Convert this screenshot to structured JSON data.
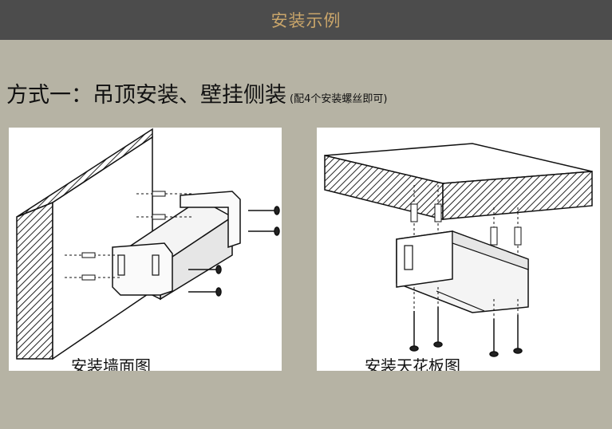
{
  "header": {
    "title": "安装示例"
  },
  "section": {
    "title": "方式一：吊顶安装、壁挂侧装",
    "note": "(配4个安装螺丝即可)"
  },
  "figures": [
    {
      "caption": "安装墙面图"
    },
    {
      "caption": "安装天花板图"
    }
  ]
}
